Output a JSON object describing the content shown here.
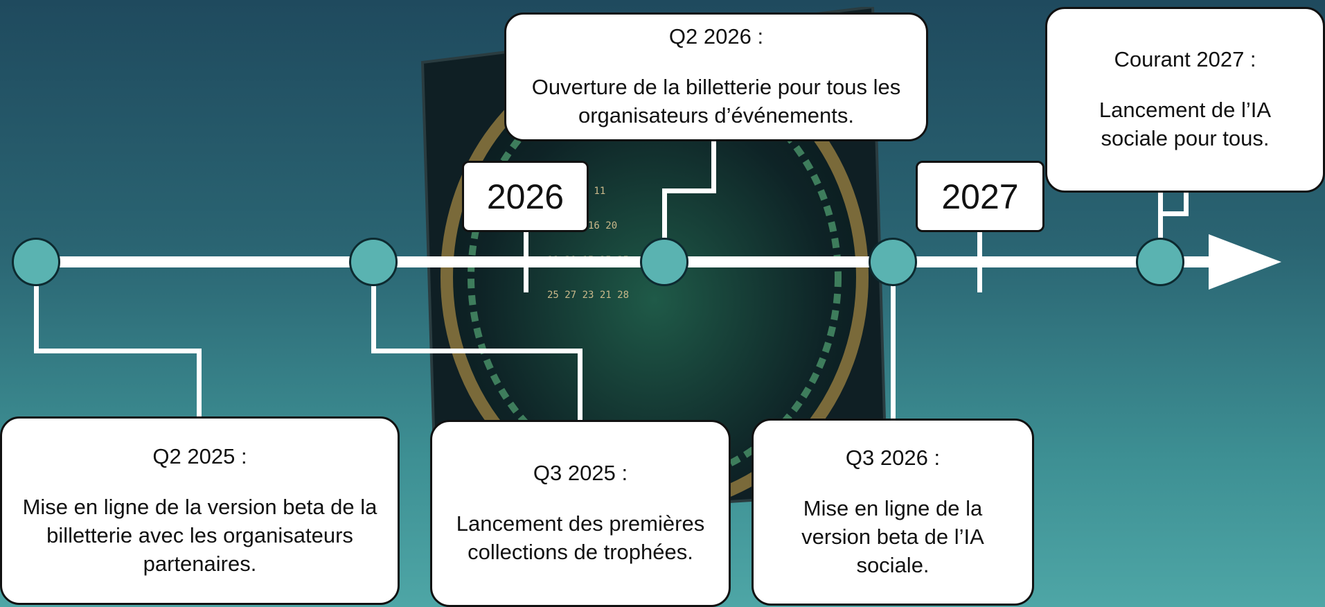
{
  "accent_color": "#5ab3b1",
  "years": [
    {
      "label": "2026"
    },
    {
      "label": "2027"
    }
  ],
  "milestones": [
    {
      "period": "Q2 2025 :",
      "description": "Mise en ligne de la version beta de la billetterie avec les organisateurs partenaires."
    },
    {
      "period": "Q3 2025 :",
      "description": "Lancement des premières collections de trophées."
    },
    {
      "period": "Q2 2026 :",
      "description": "Ouverture de la billetterie pour tous les organisateurs d’événements."
    },
    {
      "period": "Q3 2026 :",
      "description": "Mise en ligne de la version beta de l’IA sociale."
    },
    {
      "period": "Courant 2027 :",
      "description": "Lancement de l’IA sociale pour tous."
    }
  ]
}
